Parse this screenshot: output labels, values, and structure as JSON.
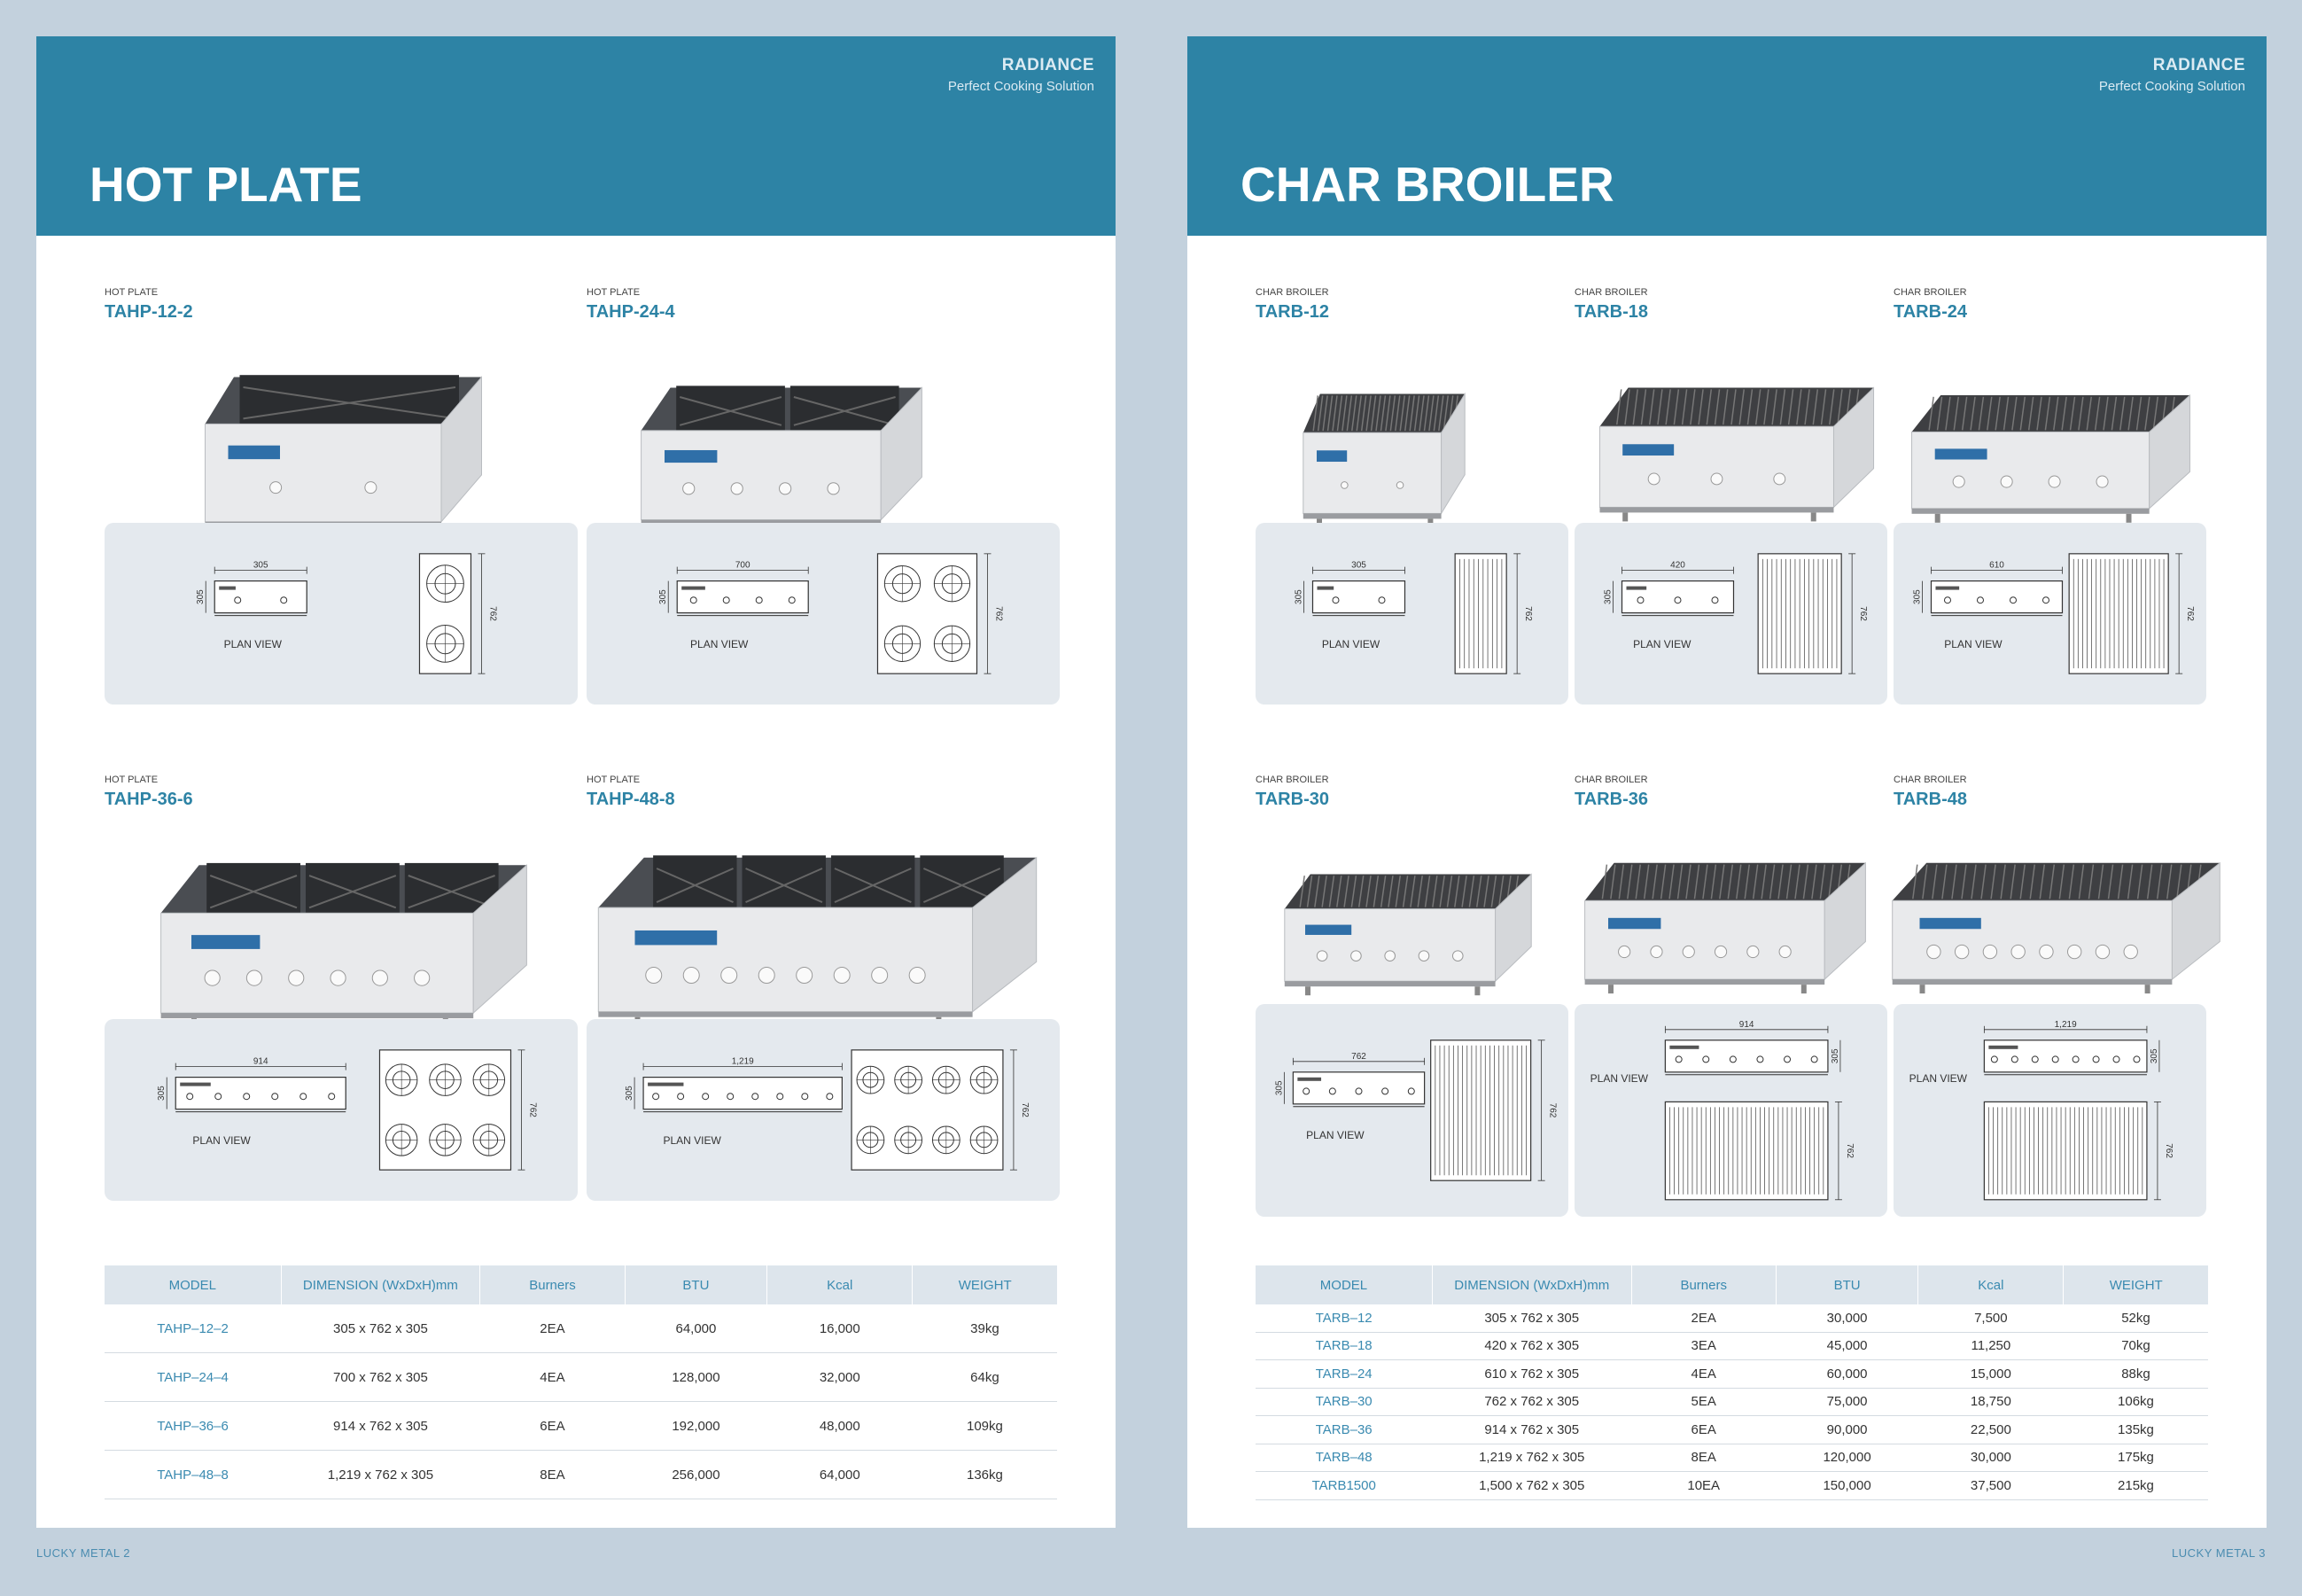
{
  "brand": {
    "name": "RADIANCE",
    "tagline": "Perfect Cooking Solution"
  },
  "left": {
    "title": "HOT PLATE",
    "footer": "LUCKY METAL 2",
    "plan_label": "PLAN VIEW",
    "products": [
      {
        "category": "HOT PLATE",
        "model": "TAHP-12-2",
        "width": "305",
        "depth": "305",
        "length": "762"
      },
      {
        "category": "HOT PLATE",
        "model": "TAHP-24-4",
        "width": "700",
        "depth": "305",
        "length": "762"
      },
      {
        "category": "HOT PLATE",
        "model": "TAHP-36-6",
        "width": "914",
        "depth": "305",
        "length": "762"
      },
      {
        "category": "HOT PLATE",
        "model": "TAHP-48-8",
        "width": "1,219",
        "depth": "305",
        "length": "762"
      }
    ],
    "table": {
      "headers": [
        "MODEL",
        "DIMENSION (WxDxH)mm",
        "Burners",
        "BTU",
        "Kcal",
        "WEIGHT"
      ],
      "rows": [
        [
          "TAHP–12–2",
          "305 x 762 x 305",
          "2EA",
          "64,000",
          "16,000",
          "39kg"
        ],
        [
          "TAHP–24–4",
          "700 x 762 x 305",
          "4EA",
          "128,000",
          "32,000",
          "64kg"
        ],
        [
          "TAHP–36–6",
          "914 x 762 x 305",
          "6EA",
          "192,000",
          "48,000",
          "109kg"
        ],
        [
          "TAHP–48–8",
          "1,219 x 762 x 305",
          "8EA",
          "256,000",
          "64,000",
          "136kg"
        ]
      ]
    }
  },
  "right": {
    "title": "CHAR BROILER",
    "footer": "LUCKY METAL 3",
    "plan_label": "PLAN VIEW",
    "products": [
      {
        "category": "CHAR BROILER",
        "model": "TARB-12",
        "width": "305",
        "depth": "305",
        "length": "762"
      },
      {
        "category": "CHAR BROILER",
        "model": "TARB-18",
        "width": "420",
        "depth": "305",
        "length": "762"
      },
      {
        "category": "CHAR BROILER",
        "model": "TARB-24",
        "width": "610",
        "depth": "305",
        "length": "762"
      },
      {
        "category": "CHAR BROILER",
        "model": "TARB-30",
        "width": "762",
        "depth": "305",
        "length": "762"
      },
      {
        "category": "CHAR BROILER",
        "model": "TARB-36",
        "width": "914",
        "depth": "305",
        "length": "762"
      },
      {
        "category": "CHAR BROILER",
        "model": "TARB-48",
        "width": "1,219",
        "depth": "305",
        "length": "762"
      }
    ],
    "table": {
      "headers": [
        "MODEL",
        "DIMENSION (WxDxH)mm",
        "Burners",
        "BTU",
        "Kcal",
        "WEIGHT"
      ],
      "rows": [
        [
          "TARB–12",
          "305 x 762 x 305",
          "2EA",
          "30,000",
          "7,500",
          "52kg"
        ],
        [
          "TARB–18",
          "420 x 762 x 305",
          "3EA",
          "45,000",
          "11,250",
          "70kg"
        ],
        [
          "TARB–24",
          "610 x 762 x 305",
          "4EA",
          "60,000",
          "15,000",
          "88kg"
        ],
        [
          "TARB–30",
          "762 x 762 x 305",
          "5EA",
          "75,000",
          "18,750",
          "106kg"
        ],
        [
          "TARB–36",
          "914 x 762 x 305",
          "6EA",
          "90,000",
          "22,500",
          "135kg"
        ],
        [
          "TARB–48",
          "1,219 x 762 x 305",
          "8EA",
          "120,000",
          "30,000",
          "175kg"
        ],
        [
          "TARB1500",
          "1,500 x 762 x 305",
          "10EA",
          "150,000",
          "37,500",
          "215kg"
        ]
      ]
    }
  }
}
